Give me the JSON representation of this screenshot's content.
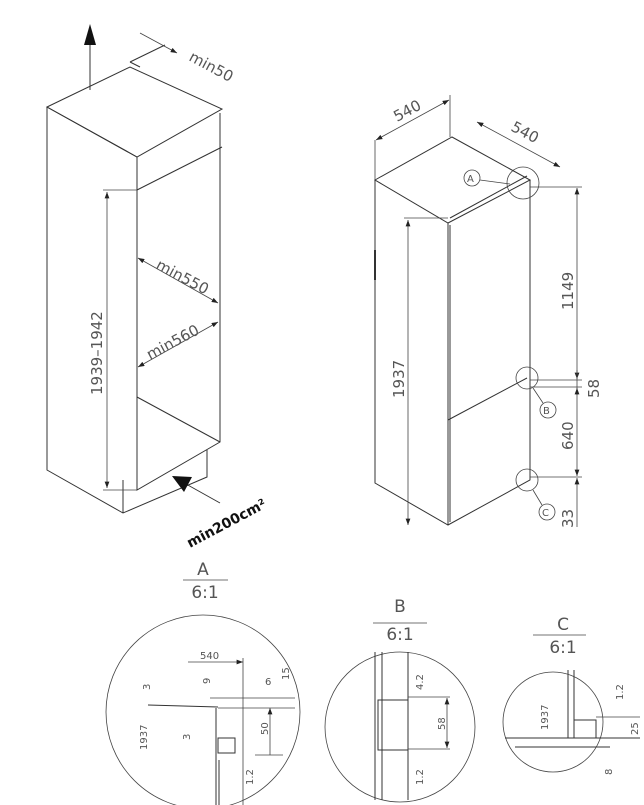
{
  "cabinet": {
    "min50": "min50",
    "min550": "min550",
    "min560": "min560",
    "height_range": "1939–1942",
    "ventilation": "min200cm²"
  },
  "appliance": {
    "width": "540",
    "depth": "540",
    "height": "1937",
    "upper_door": "1149",
    "gap": "58",
    "lower_door": "640",
    "bottom": "33",
    "marker_a": "A",
    "marker_b": "B",
    "marker_c": "C"
  },
  "detail_a": {
    "label": "A",
    "scale": "6:1",
    "d540": "540",
    "d3a": "3",
    "d9": "9",
    "d6": "6",
    "d15": "15",
    "d1937": "1937",
    "d3b": "3",
    "d50": "50",
    "d12": "1.2"
  },
  "detail_b": {
    "label": "B",
    "scale": "6:1",
    "d42": "4.2",
    "d58": "58",
    "d12": "1.2"
  },
  "detail_c": {
    "label": "C",
    "scale": "6:1",
    "d12": "1.2",
    "d1937": "1937",
    "d25": "25",
    "d8": "8"
  }
}
